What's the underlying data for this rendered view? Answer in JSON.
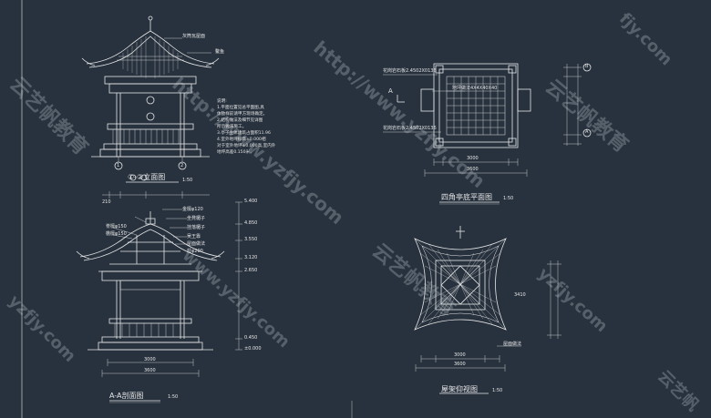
{
  "titles": {
    "elevation": "①-②立面图",
    "elevation_scale": "1:50",
    "section": "A-A剖面图",
    "section_scale": "1:50",
    "plan": "四角亭底平面图",
    "plan_scale": "1:50",
    "roof": "屋架仰视图",
    "roof_scale": "1:50"
  },
  "notes": {
    "heading": "说明:",
    "lines": [
      "1.平面位置见总平面图,具",
      "体放样前请甲方现场确定。",
      "2.结构做法及细节见详图",
      "所示做法施工。",
      "3.亭子主体建筑占面积11.96",
      "4.室外地坪标高±0.000相",
      "对于室外地坪±0.000高,室内外",
      "地坪高差0.150米。"
    ]
  },
  "elevation_labels": {
    "top_label": "鳌鱼",
    "roof_label": "灰筒瓦屋面",
    "axis1": "1",
    "axis2": "2"
  },
  "section_labels": {
    "callouts": [
      "脊檩φ150",
      "檐檩φ150",
      "金檩φ120",
      "坐凳楣子",
      "挂落楣子",
      "吴王靠",
      "屋面做法",
      "柱φ200"
    ],
    "dims": [
      "3000",
      "3600",
      "210"
    ],
    "elevs": [
      "5.400",
      "4.850",
      "3.550",
      "3.120",
      "2.650",
      "0.450",
      "±0.000"
    ]
  },
  "plan_labels": {
    "callouts": [
      "花岗岩石板2.4502X0136",
      "地坪做法4X4X40X40",
      "花岗岩石板2.4502X0136"
    ],
    "dims": [
      "3000",
      "3600"
    ],
    "axis_a": "A",
    "axis_b": "B",
    "section_mark": "A"
  },
  "roof_labels": {
    "dims": [
      "3000",
      "3600"
    ],
    "callout": "屋面做法",
    "side_dim": "3410"
  },
  "watermarks": [
    "云艺帆教育",
    "http://www.yzfjy.com",
    "云艺帆教育",
    "http://www.yzfjy.com",
    "yzfjy.com",
    "云艺帆教育",
    "www.yzfjy.com",
    "yzfjy.com",
    "fjy.com",
    "云艺帆"
  ],
  "colors": {
    "background": "#28323e",
    "line": "#e6e6e6",
    "watermark": "#d2d7de"
  }
}
